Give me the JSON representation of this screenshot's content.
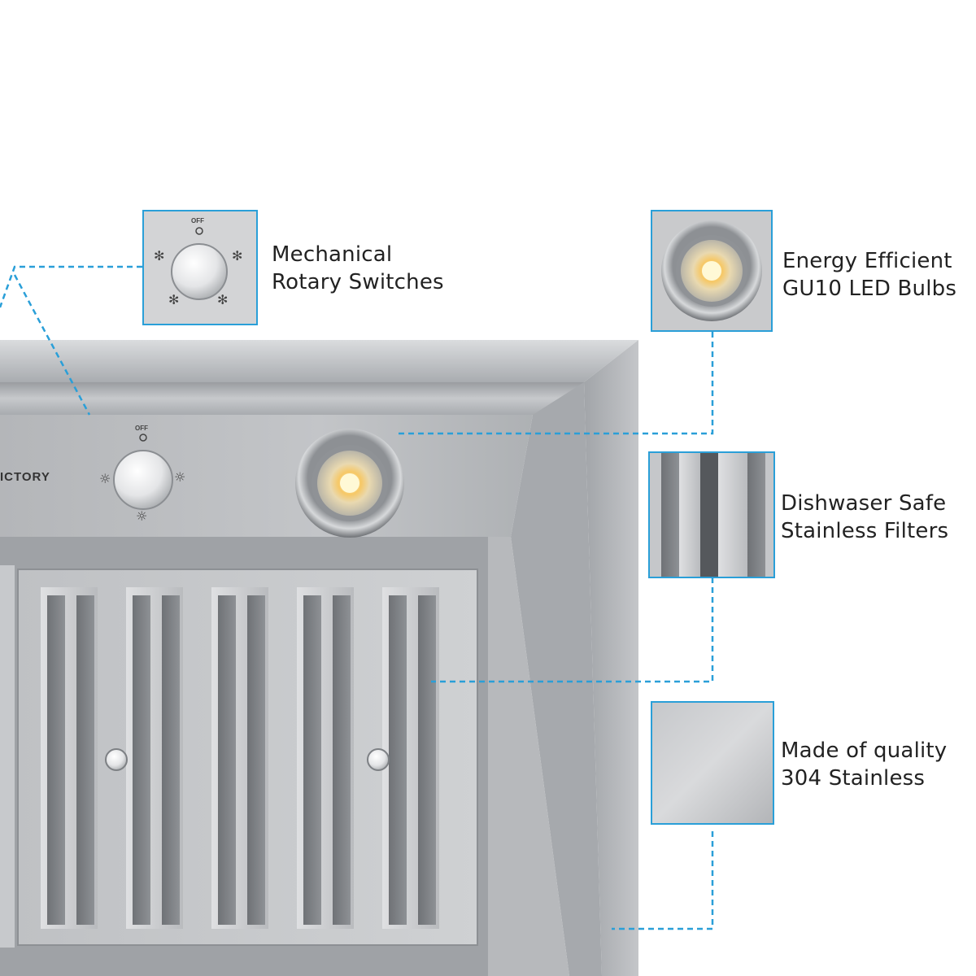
{
  "product": {
    "brand_partial": "ICTORY"
  },
  "knob": {
    "off_label": "OFF"
  },
  "callouts": [
    {
      "id": "switches",
      "line1": "Mechanical",
      "line2": "Rotary Switches",
      "thumbnail": "rotary-knob-closeup"
    },
    {
      "id": "bulbs",
      "line1": "Energy Efficient",
      "line2": "GU10 LED Bulbs",
      "thumbnail": "led-bulb-closeup"
    },
    {
      "id": "filters",
      "line1": "Dishwaser Safe",
      "line2": "Stainless Filters",
      "thumbnail": "baffle-filter-closeup"
    },
    {
      "id": "steel",
      "line1": "Made of quality",
      "line2": "304 Stainless",
      "thumbnail": "brushed-steel-swatch"
    }
  ],
  "colors": {
    "callout_border": "#2a9fd8",
    "leader_line": "#2a9fd8",
    "steel": "#b9bbbe",
    "text": "#222222"
  }
}
